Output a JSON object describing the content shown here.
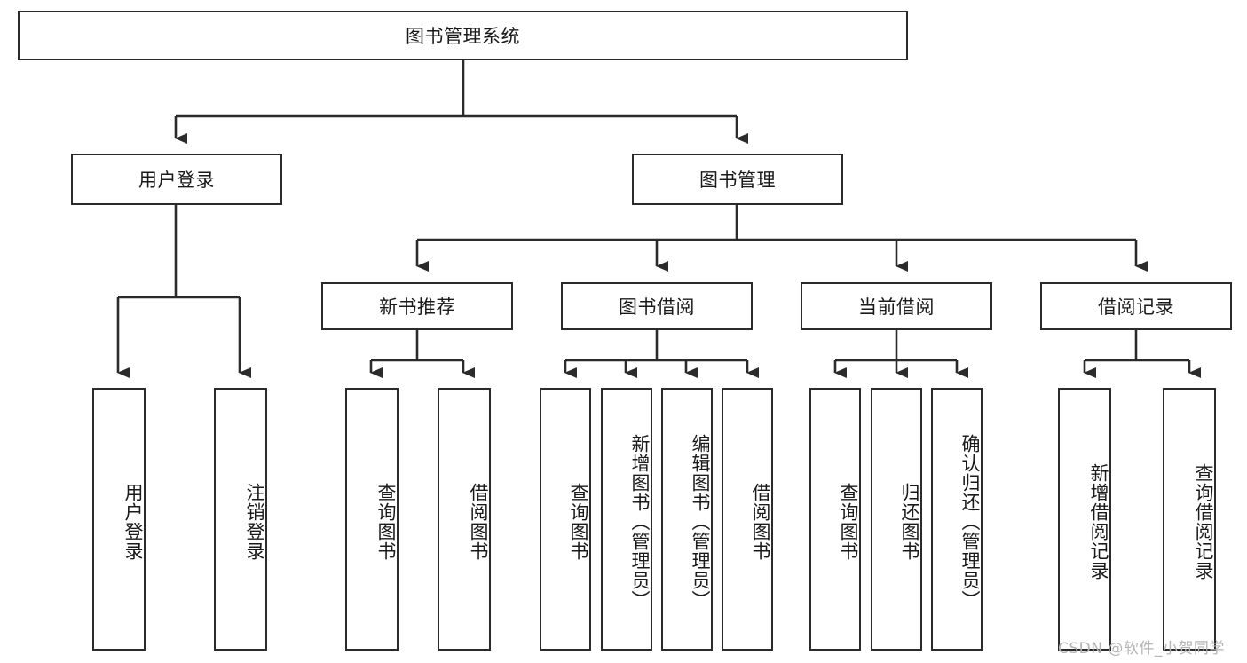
{
  "diagram": {
    "title": "图书管理系统",
    "type": "tree-hierarchy",
    "root": {
      "label": "图书管理系统"
    },
    "level2": [
      {
        "label": "用户登录"
      },
      {
        "label": "图书管理"
      }
    ],
    "level3": [
      {
        "label": "新书推荐"
      },
      {
        "label": "图书借阅"
      },
      {
        "label": "当前借阅"
      },
      {
        "label": "借阅记录"
      }
    ],
    "leaves": {
      "user_login": [
        {
          "label": "用户登录"
        },
        {
          "label": "注销登录"
        }
      ],
      "new_book_recommend": [
        {
          "label": "查询图书"
        },
        {
          "label": "借阅图书"
        }
      ],
      "book_borrow": [
        {
          "label": "查询图书"
        },
        {
          "label": "新增图书（管理员）"
        },
        {
          "label": "编辑图书（管理员）"
        },
        {
          "label": "借阅图书"
        }
      ],
      "current_borrow": [
        {
          "label": "查询图书"
        },
        {
          "label": "归还图书"
        },
        {
          "label": "确认归还（管理员）"
        }
      ],
      "borrow_record": [
        {
          "label": "新增借阅记录"
        },
        {
          "label": "查询借阅记录"
        }
      ]
    }
  },
  "watermark": {
    "text": "CSDN @软件_小贺同学"
  },
  "colors": {
    "stroke": "#2b2b2b",
    "fill": "#ffffff",
    "text": "#1a1a1a",
    "watermark": "#b4b4b4"
  }
}
